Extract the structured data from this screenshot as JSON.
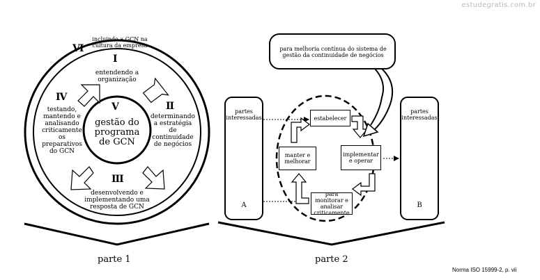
{
  "watermark": "estudegratis.com.br",
  "parte1": {
    "caption": "parte 1",
    "roman_i": "I",
    "roman_ii": "II",
    "roman_iii": "III",
    "roman_iv": "IV",
    "roman_v": "V",
    "roman_vi": "VI",
    "outer_label": "incluindo a GCN na cultura da empresa",
    "stage_i": "entendendo a organização",
    "stage_ii": "determinando a estratégia de continuidade de negócios",
    "stage_iii": "desenvolvendo e implementando uma resposta de GCN",
    "stage_iv": "testando, mantendo e analisando criticamente os preparativos do GCN",
    "center": "gestão do programa de GCN"
  },
  "parte2": {
    "caption": "parte 2",
    "callout": "para melhoria contínua do sistema de gestão da continuidade de negócios",
    "left_pillar_label": "partes interessadas",
    "left_pillar_letter": "A",
    "right_pillar_label": "partes interessadas",
    "right_pillar_letter": "B",
    "box_estabelecer": "estabelecer",
    "box_implementar": "implementar e operar",
    "box_monitorar": "para monitorar e analisar criticamente",
    "box_manter": "manter e melhorar"
  },
  "citation": "Norma ISO 15999-2, p. vii"
}
